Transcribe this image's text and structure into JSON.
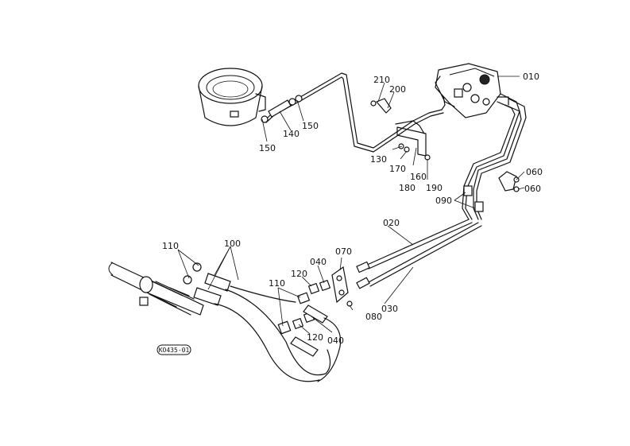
{
  "diagram": {
    "code": "KO435-01",
    "labels": {
      "p010": "010",
      "p020": "020",
      "p030": "030",
      "p040a": "040",
      "p040b": "040",
      "p060a": "060",
      "p060b": "060",
      "p070": "070",
      "p080": "080",
      "p090": "090",
      "p100": "100",
      "p110a": "110",
      "p110b": "110",
      "p120a": "120",
      "p120b": "120",
      "p130": "130",
      "p140": "140",
      "p150a": "150",
      "p150b": "150",
      "p160": "160",
      "p170": "170",
      "p180": "180",
      "p190": "190",
      "p200": "200",
      "p210": "210"
    }
  }
}
